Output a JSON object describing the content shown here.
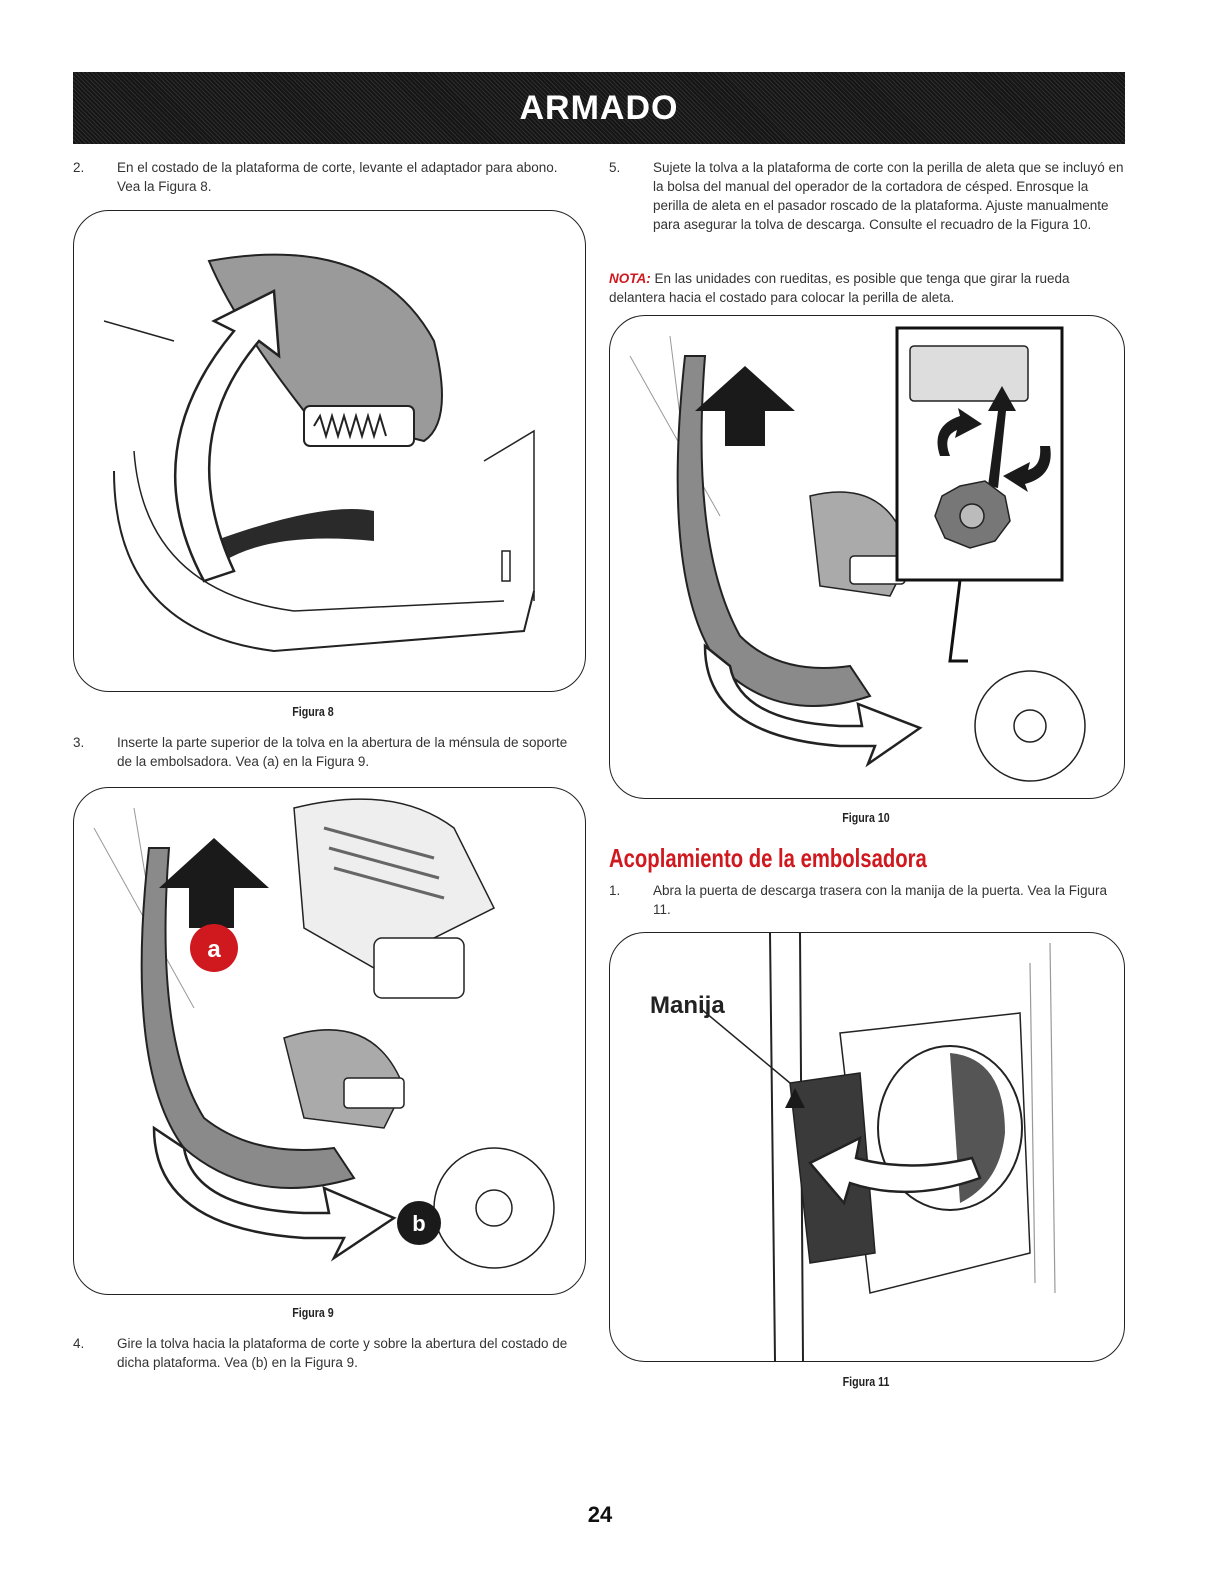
{
  "header": {
    "title": "ARMADO"
  },
  "steps": {
    "s2": {
      "num": "2.",
      "text": "En el costado de la plataforma de corte, levante el adaptador para abono. Vea la Figura 8."
    },
    "s3": {
      "num": "3.",
      "text": "Inserte la parte superior de la tolva en la abertura de la ménsula de soporte de la embolsadora. Vea (a) en la Figura 9."
    },
    "s4": {
      "num": "4.",
      "text": "Gire la tolva hacia la plataforma de corte y sobre la abertura del costado de dicha plataforma. Vea (b) en la Figura 9."
    },
    "s5": {
      "num": "5.",
      "text": "Sujete la tolva a la plataforma de corte con la perilla de aleta que se incluyó en la bolsa del manual del operador de la cortadora de césped. Enrosque la perilla de aleta en el pasador roscado de la plataforma. Ajuste manualmente para asegurar la tolva de descarga. Consulte el recuadro de la Figura 10."
    }
  },
  "note": {
    "tag": "NOTA:",
    "text": "En las unidades con rueditas, es posible que tenga que girar la rueda delantera hacia el costado para colocar la perilla de aleta."
  },
  "section": {
    "heading": "Acoplamiento de la embolsadora",
    "step1": {
      "num": "1.",
      "text": "Abra la puerta de descarga trasera con la manija de la puerta. Vea la Figura 11."
    }
  },
  "figures": {
    "fig8": {
      "caption": "Figura 8"
    },
    "fig9": {
      "caption": "Figura 9",
      "label_a": "a",
      "label_b": "b"
    },
    "fig10": {
      "caption": "Figura 10"
    },
    "fig11": {
      "caption": "Figura 11",
      "callout": "Manija"
    }
  },
  "footer": {
    "page_number": "24"
  },
  "colors": {
    "accent_red": "#d0181f",
    "banner_dark": "#1e1e1e",
    "arrow_dark": "#1a1a1a"
  },
  "icons": [
    "curved-arrow-icon",
    "up-arrow-icon",
    "rotate-arrow-icon",
    "wing-knob-icon"
  ]
}
